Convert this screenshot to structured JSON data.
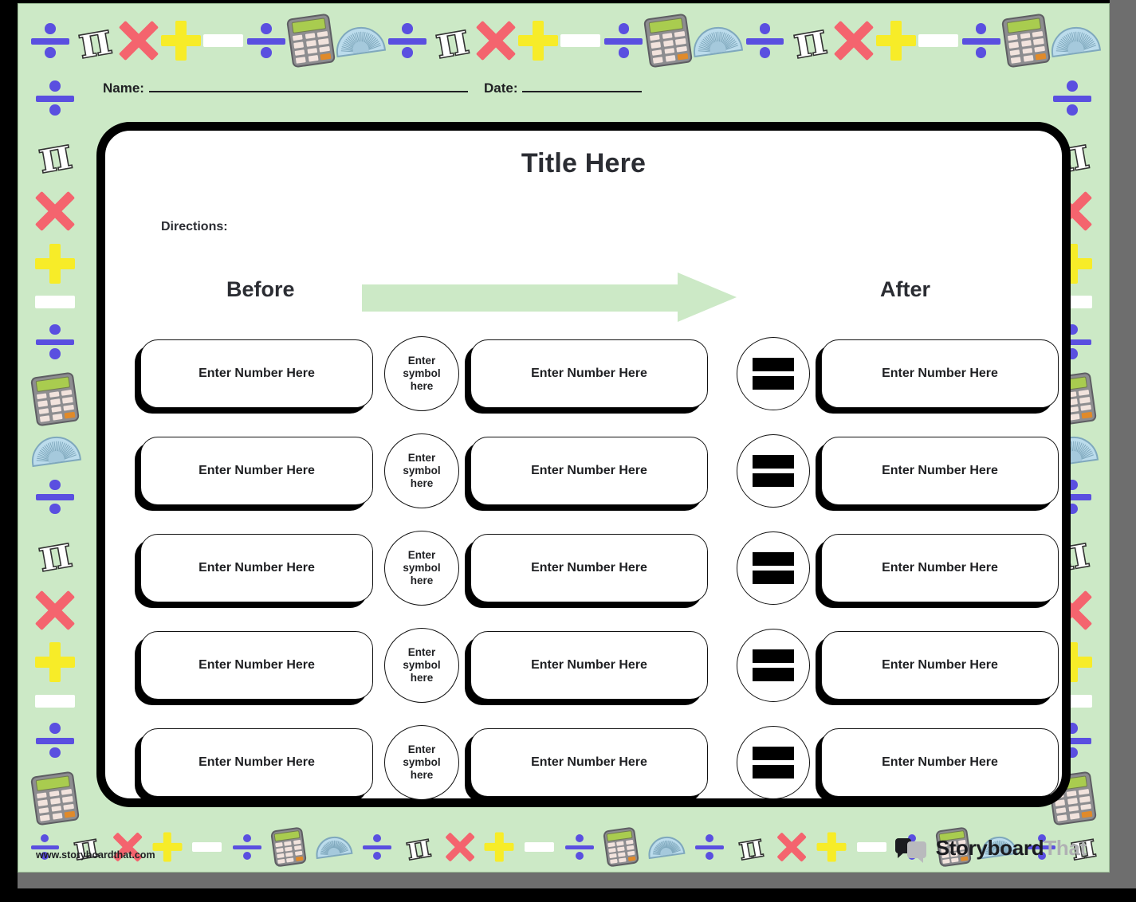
{
  "page": {
    "background_color": "#cce9c6",
    "card_background": "#ffffff",
    "accent_green": "#cce9c6",
    "outline_color": "#000000"
  },
  "header": {
    "name_label": "Name:",
    "date_label": "Date:"
  },
  "card": {
    "title": "Title Here",
    "directions_label": "Directions:"
  },
  "columns": {
    "before_label": "Before",
    "after_label": "After",
    "arrow_icon": "right-arrow-icon"
  },
  "placeholders": {
    "number": "Enter Number Here",
    "symbol_line1": "Enter",
    "symbol_line2": "symbol",
    "symbol_line3": "here",
    "equals_icon": "equals-icon"
  },
  "rows": [
    {
      "before": "Enter Number Here",
      "symbol": "Enter symbol here",
      "operand": "Enter Number Here",
      "equals": "=",
      "after": "Enter Number Here"
    },
    {
      "before": "Enter Number Here",
      "symbol": "Enter symbol here",
      "operand": "Enter Number Here",
      "equals": "=",
      "after": "Enter Number Here"
    },
    {
      "before": "Enter Number Here",
      "symbol": "Enter symbol here",
      "operand": "Enter Number Here",
      "equals": "=",
      "after": "Enter Number Here"
    },
    {
      "before": "Enter Number Here",
      "symbol": "Enter symbol here",
      "operand": "Enter Number Here",
      "equals": "=",
      "after": "Enter Number Here"
    },
    {
      "before": "Enter Number Here",
      "symbol": "Enter symbol here",
      "operand": "Enter Number Here",
      "equals": "=",
      "after": "Enter Number Here"
    }
  ],
  "border_icons": {
    "sequence": [
      "divide-icon",
      "pi-icon",
      "times-icon",
      "plus-icon",
      "minus-icon",
      "divide-icon",
      "calculator-icon",
      "protractor-icon"
    ],
    "colors": {
      "divide": "#5a4fe0",
      "pi": "#ffffff",
      "times": "#f4646e",
      "plus": "#f7ec28",
      "minus": "#ffffff",
      "calculator_body": "#8d8d90",
      "calculator_screen": "#a9cc4f",
      "protractor": "#bcdcec"
    }
  },
  "footer": {
    "url": "www.storyboardthat.com",
    "logo_dark": "Storyboard",
    "logo_gray": "That"
  }
}
